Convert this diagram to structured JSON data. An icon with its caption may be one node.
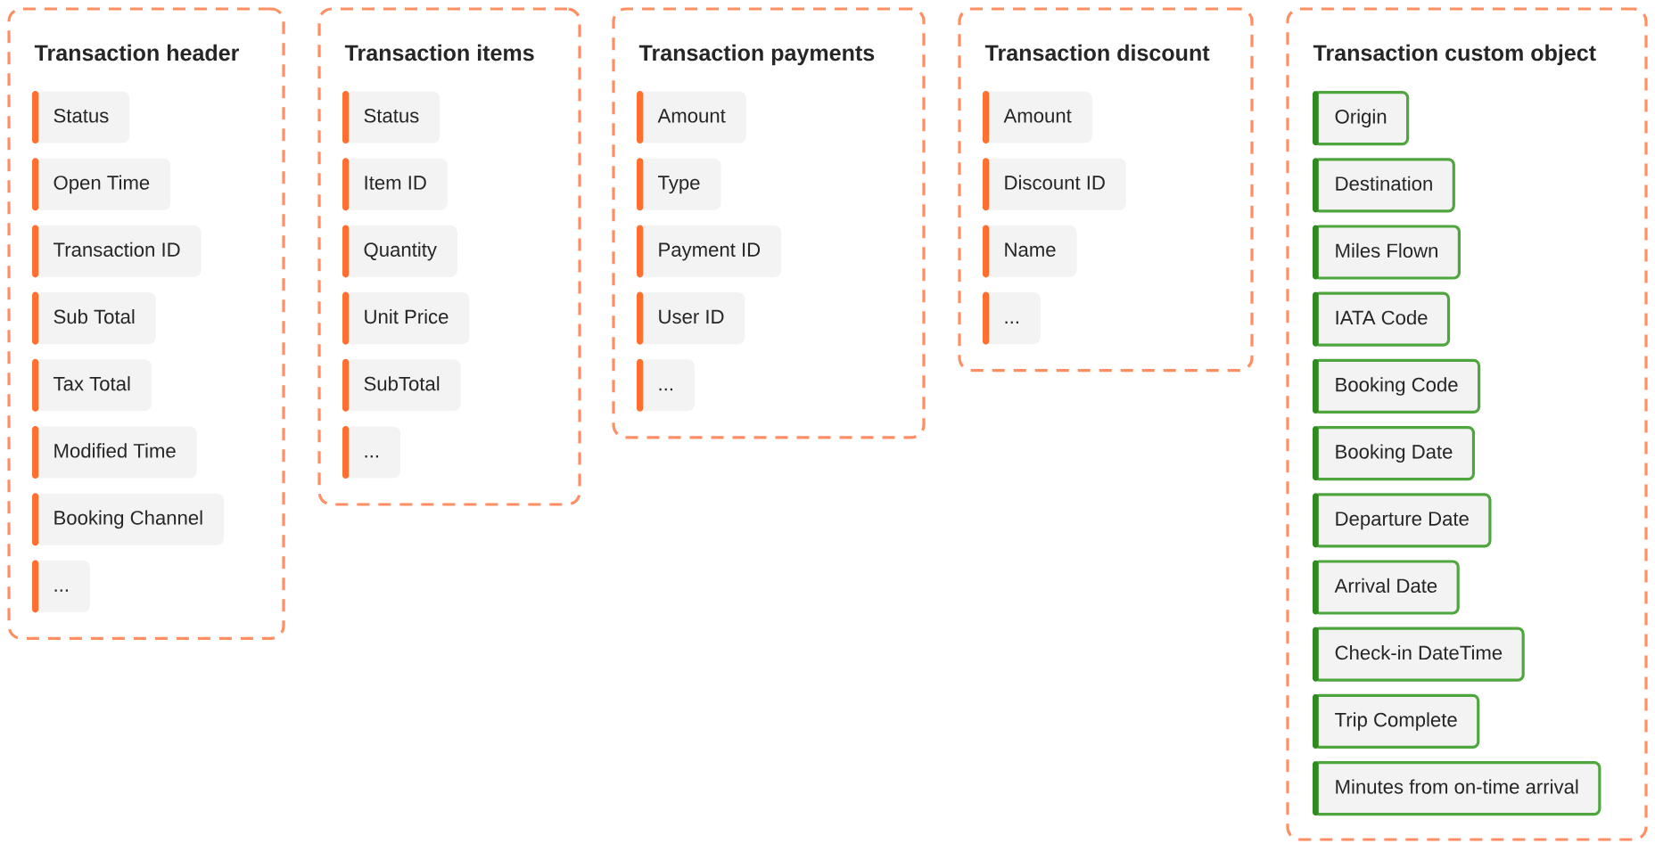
{
  "diagram": {
    "nodes": [
      {
        "text": [
          "Transaction header"
        ]
      },
      {
        "text": [
          "Status"
        ],
        "in": 0
      },
      {
        "text": [
          "Open Time"
        ],
        "in": 0
      },
      {
        "text": [
          "Transaction ID"
        ],
        "in": 0
      },
      {
        "text": [
          "Sub Total"
        ],
        "in": 0
      },
      {
        "text": [
          "Tax Total"
        ],
        "in": 0
      },
      {
        "text": [
          "Modified Time"
        ],
        "in": 0
      },
      {
        "text": [
          "Booking Channel"
        ],
        "in": 0
      },
      {
        "text": [
          "..."
        ],
        "in": 0
      },
      {
        "text": [
          "Transaction items"
        ]
      },
      {
        "text": [
          "Status"
        ],
        "in": 9
      },
      {
        "text": [
          "Item ID"
        ],
        "in": 9
      },
      {
        "text": [
          "Quantity"
        ],
        "in": 9
      },
      {
        "text": [
          "Unit Price"
        ],
        "in": 9
      },
      {
        "text": [
          "SubTotal"
        ],
        "in": 9
      },
      {
        "text": [
          "..."
        ],
        "in": 9
      },
      {
        "text": [
          "Transaction payments"
        ]
      },
      {
        "text": [
          "Amount"
        ],
        "in": 16
      },
      {
        "text": [
          "Type"
        ],
        "in": 16
      },
      {
        "text": [
          "Payment ID"
        ],
        "in": 16
      },
      {
        "text": [
          "User ID"
        ],
        "in": 16
      },
      {
        "text": [
          "..."
        ],
        "in": 16
      },
      {
        "text": [
          "Transaction discount"
        ]
      },
      {
        "text": [
          "Amount"
        ],
        "in": 22
      },
      {
        "text": [
          "Discount ID"
        ],
        "in": 22
      },
      {
        "text": [
          "Name"
        ],
        "in": 22
      },
      {
        "text": [
          "..."
        ],
        "in": 22
      },
      {
        "text": [
          "Transaction custom object"
        ]
      },
      {
        "text": [
          "Origin"
        ],
        "in": 27
      },
      {
        "text": [
          "Destination"
        ],
        "in": 27
      },
      {
        "text": [
          "Miles Flown"
        ],
        "in": 27
      },
      {
        "text": [
          "IATA Code"
        ],
        "in": 27
      },
      {
        "text": [
          "Booking Code"
        ],
        "in": 27
      },
      {
        "text": [
          "Booking Date"
        ],
        "in": 27
      },
      {
        "text": [
          "Departure Date"
        ],
        "in": 27
      },
      {
        "text": [
          "Arrival Date"
        ],
        "in": 27
      },
      {
        "text": [
          "Check-in DateTime"
        ],
        "in": 27
      },
      {
        "text": [
          "Trip Complete"
        ],
        "in": 27
      },
      {
        "text": [
          "Minutes from on-time arrival"
        ],
        "in": 27
      }
    ]
  }
}
